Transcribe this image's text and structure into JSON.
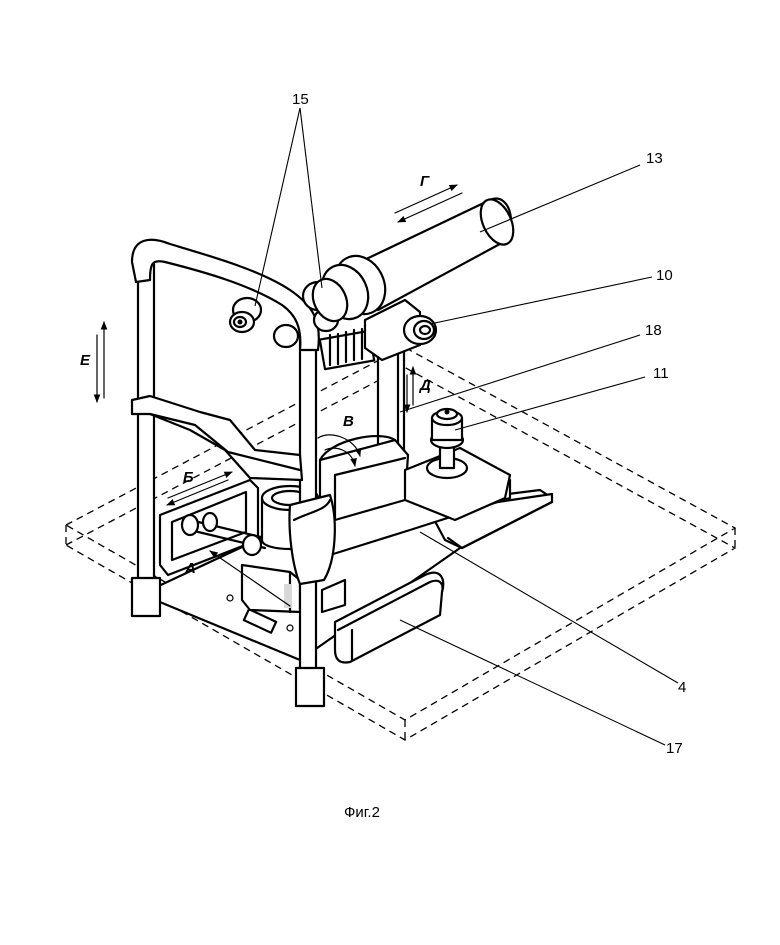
{
  "reference_numerals": {
    "n15": "15",
    "n13": "13",
    "n10": "10",
    "n18": "18",
    "n11": "11",
    "n4": "4",
    "n17": "17"
  },
  "direction_letters": {
    "g": "Г",
    "e": "Е",
    "d": "Д",
    "v": "В",
    "b": "Б",
    "a": "А"
  },
  "caption": "Фиг.2"
}
